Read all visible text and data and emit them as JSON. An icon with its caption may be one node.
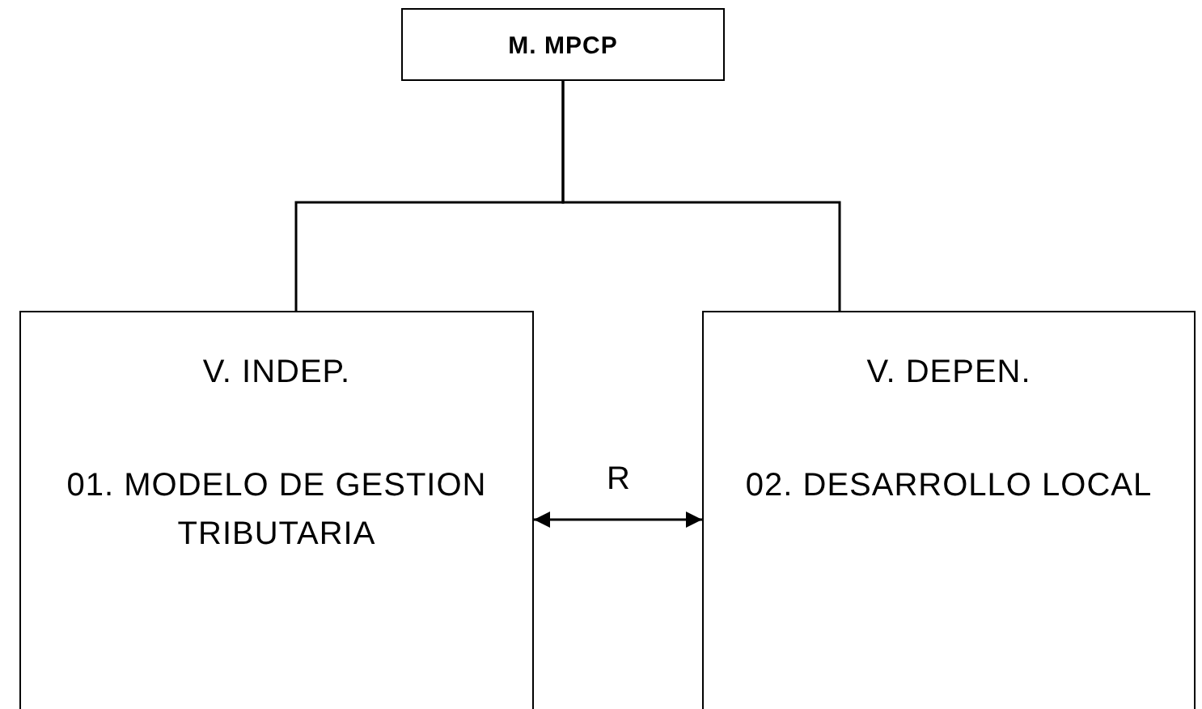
{
  "diagram": {
    "nodes": [
      {
        "text": [
          "M. MPCP"
        ]
      },
      {
        "text": [
          "V. INDEP.",
          "01. MODELO DE GESTION TRIBUTARIA"
        ]
      },
      {
        "text": [
          "V. DEPEN.",
          "02. DESARROLLO LOCAL"
        ]
      }
    ],
    "edges": [
      {
        "from": 0,
        "to": 1,
        "arrow": "none"
      },
      {
        "from": 0,
        "to": 2,
        "arrow": "none"
      },
      {
        "from": 1,
        "to": 2,
        "arrow": "both",
        "label": "R"
      }
    ]
  }
}
